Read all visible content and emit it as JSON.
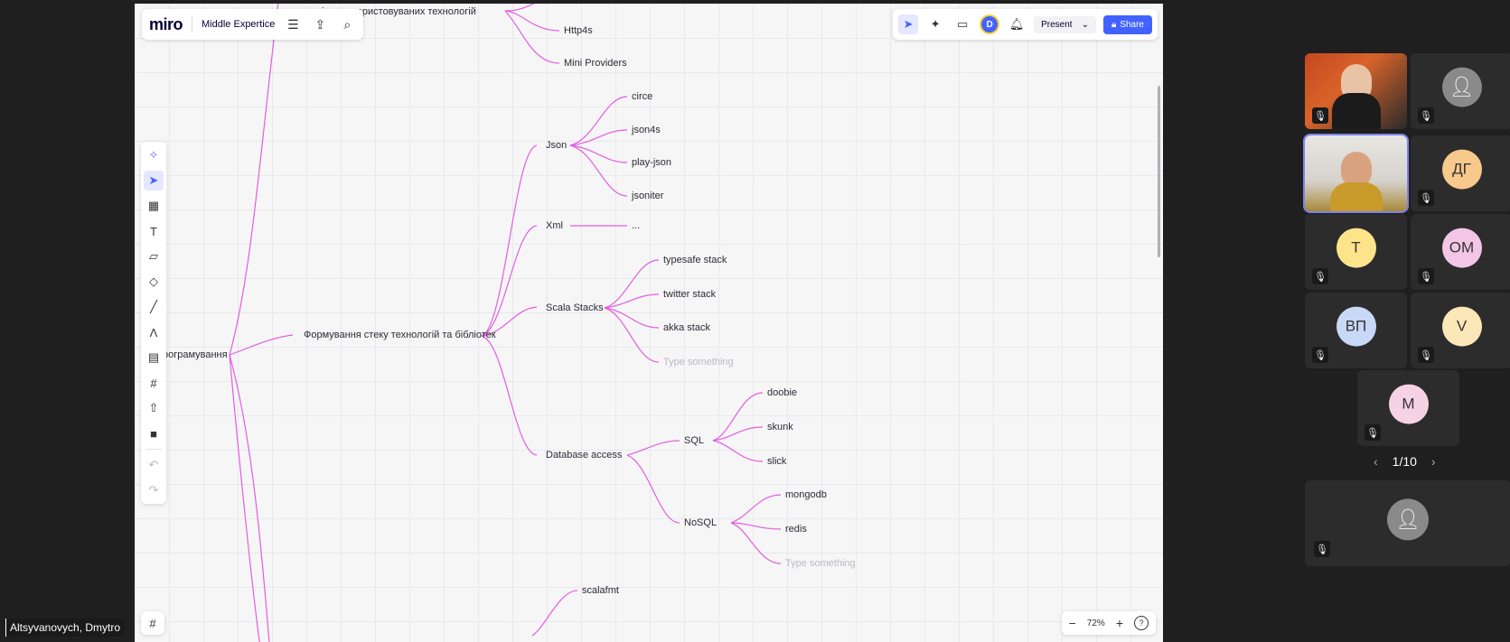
{
  "app": {
    "logo": "miro",
    "board_name": "Middle Expertice",
    "present_label": "Present",
    "share_label": "Share",
    "user_initial": "D",
    "zoom": "72%"
  },
  "mindmap": {
    "root": "програмування",
    "top_partial": "…ність використовуваних технологій",
    "branch_main": "Формування стеку технологій та бібліотек",
    "top_children": [
      "Http4s",
      "Mini Providers"
    ],
    "json": {
      "label": "Json",
      "items": [
        "circe",
        "json4s",
        "play-json",
        "jsoniter"
      ]
    },
    "xml": {
      "label": "Xml",
      "items": [
        "..."
      ]
    },
    "scala_stacks": {
      "label": "Scala Stacks",
      "items": [
        "typesafe stack",
        "twitter stack",
        "akka stack"
      ],
      "placeholder": "Type something"
    },
    "database": {
      "label": "Database access",
      "sql": {
        "label": "SQL",
        "items": [
          "doobie",
          "skunk",
          "slick"
        ]
      },
      "nosql": {
        "label": "NoSQL",
        "items": [
          "mongodb",
          "redis"
        ],
        "placeholder": "Type something"
      }
    },
    "bottom": [
      "scalafmt"
    ]
  },
  "participants": {
    "tiles": [
      {
        "initials": "",
        "type": "video-woman"
      },
      {
        "initials": "",
        "type": "person"
      },
      {
        "initials": "",
        "type": "video-man"
      },
      {
        "initials": "ДГ",
        "color": "#f7c98b"
      },
      {
        "initials": "T",
        "color": "#fde48a"
      },
      {
        "initials": "ОМ",
        "color": "#f4c6e5"
      },
      {
        "initials": "ВП",
        "color": "#c9d8f7"
      },
      {
        "initials": "V",
        "color": "#fbe7b8"
      },
      {
        "initials": "M",
        "color": "#f6d3e4"
      }
    ],
    "page": "1/10",
    "self_tile": "person"
  },
  "presenter_name": "Altsyvanovych, Dmytro"
}
